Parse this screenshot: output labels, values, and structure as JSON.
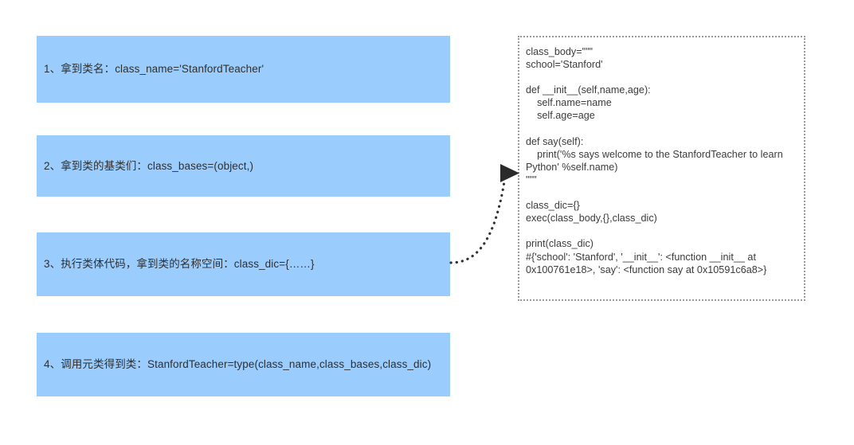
{
  "diagram": {
    "title_visible": false,
    "background_color": "#ffffff",
    "accent_color": "#9acdfe",
    "text_color": "#2f2f2f",
    "border_color": "#9a9a9a"
  },
  "steps": [
    {
      "id": "step-1",
      "text": "1、拿到类名：class_name='StanfordTeacher'"
    },
    {
      "id": "step-2",
      "text": "2、拿到类的基类们：class_bases=(object,)"
    },
    {
      "id": "step-3",
      "text": "3、执行类体代码，拿到类的名称空间：class_dic={……}"
    },
    {
      "id": "step-4",
      "text": "4、调用元类得到类：StanfordTeacher=type(class_name,class_bases,class_dic)"
    }
  ],
  "code_panel": {
    "code": "class_body=\"\"\"\nschool='Stanford'\n\ndef __init__(self,name,age):\n    self.name=name\n    self.age=age\n\ndef say(self):\n    print('%s says welcome to the StanfordTeacher to learn Python' %self.name)\n\"\"\"\n\nclass_dic={}\nexec(class_body,{},class_dic)\n\nprint(class_dic)\n#{'school': 'Stanford', '__init__': <function __init__ at 0x100761e18>, 'say': <function say at 0x10591c6a8>}"
  },
  "connector": {
    "from_step": "step-3",
    "to_panel": "code_panel",
    "style": "dotted-curved-arrow",
    "color": "#333333"
  }
}
